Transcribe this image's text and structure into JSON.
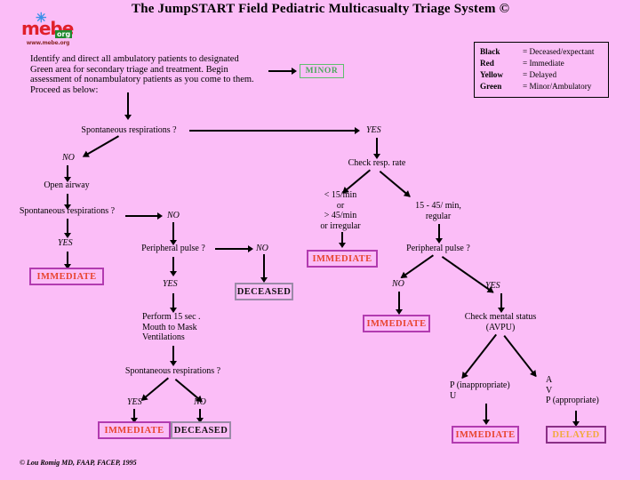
{
  "page": {
    "title": "The JumpSTART Field Pediatric Multicasualty Triage System ©",
    "background_color": "#fbbdf7",
    "footer": "© Lou Romig MD, FAAP, FACEP, 1995"
  },
  "logo": {
    "star_glyph": "✳",
    "word": "mebe",
    "org_tag": "org",
    "url": "www.mebe.org"
  },
  "instructions": {
    "line1": "Identify and direct all ambulatory patients to designated",
    "line2": "Green area for secondary triage and treatment. Begin",
    "line3": "assessment of nonambulatory patients as you come to them.",
    "line4": "Proceed as below:"
  },
  "legend": {
    "rows": [
      {
        "color_name": "Black",
        "meaning": "= Deceased/expectant",
        "hex": "#000000"
      },
      {
        "color_name": "Red",
        "meaning": "= Immediate",
        "hex": "#d6453c"
      },
      {
        "color_name": "Yellow",
        "meaning": "= Delayed",
        "hex": "#e8b33c"
      },
      {
        "color_name": "Green",
        "meaning": "= Minor/Ambulatory",
        "hex": "#3d8f4a"
      }
    ]
  },
  "outcomes": {
    "minor": "MINOR",
    "immediate": "IMMEDIATE",
    "deceased": "DECEASED",
    "delayed": "DELAYED"
  },
  "nodes": {
    "spont_resp_1": "Spontaneous  respirations ?",
    "open_airway": "Open airway",
    "spont_resp_2": "Spontaneous respirations ?",
    "peripheral_pulse_left": "Peripheral pulse ?",
    "ventilations_l1": "Perform 15 sec .",
    "ventilations_l2": "Mouth to Mask",
    "ventilations_l3": "Ventilations",
    "spont_resp_3": "Spontaneous respirations ?",
    "check_resp_rate": "Check resp. rate",
    "rate_abnormal_l1": "< 15/min",
    "rate_abnormal_l2": "or",
    "rate_abnormal_l3": "> 45/min",
    "rate_abnormal_l4": "or irregular",
    "rate_normal_l1": "15 - 45/ min,",
    "rate_normal_l2": "regular",
    "peripheral_pulse_right": "Peripheral pulse ?",
    "check_mental_l1": "Check mental status",
    "check_mental_l2": "(AVPU)",
    "avpu_bad_l1": "P (inappropriate)",
    "avpu_bad_l2": "U",
    "avpu_good_l1": "A",
    "avpu_good_l2": "V",
    "avpu_good_l3": "P (appropriate)"
  },
  "branches": {
    "yes": "YES",
    "no": "NO"
  },
  "chart_data": {
    "type": "diagram-flowchart",
    "title": "The JumpSTART Field Pediatric Multicasualty Triage System ©"
  }
}
